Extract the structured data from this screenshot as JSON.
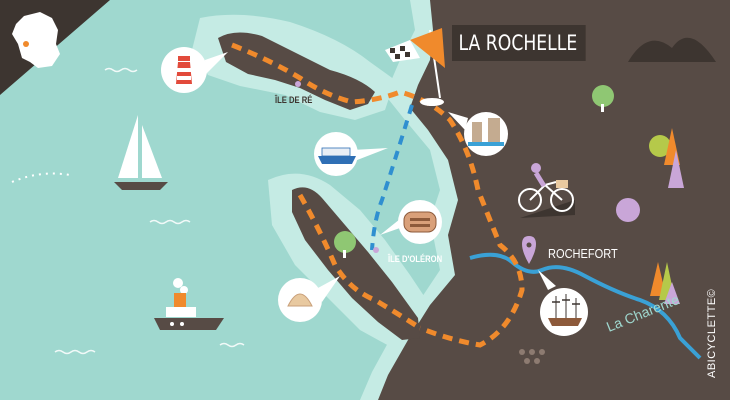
{
  "map": {
    "title": "LA ROCHELLE",
    "places": {
      "ile_de_re": "ÎLE DE RÉ",
      "ile_d_oleron": "ÎLE D'OLÉRON",
      "rochefort": "ROCHEFORT"
    },
    "river": "La Charente",
    "credit": "ABICYCLETTE©"
  },
  "icons": [
    "france-map-icon",
    "lighthouse-icon",
    "ferry-icon",
    "fort-boyard-icon",
    "oyster-shell-icon",
    "towers-icon",
    "cyclist-icon",
    "ship-icon",
    "sailboat-icon",
    "steamboat-icon",
    "flag-icon",
    "location-pin-icon",
    "tree-icon",
    "hills-icon"
  ],
  "colors": {
    "sea": "#9fd8cf",
    "land": "#574b45",
    "route": "#f08a2c",
    "ferry_route": "#2f8fd0",
    "river": "#3aa1d6",
    "title_bg": "#3d3530"
  }
}
